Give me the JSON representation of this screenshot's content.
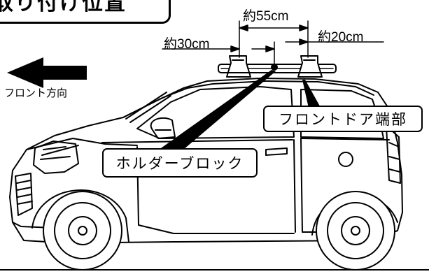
{
  "title": "取り付け位置",
  "dimensions": {
    "total": "約55cm",
    "front_offset": "約30cm",
    "rear_offset": "約20cm"
  },
  "direction_label": "フロント方向",
  "callouts": {
    "front_door_edge": "フロントドア端部",
    "holder_block": "ホルダーブロック"
  }
}
